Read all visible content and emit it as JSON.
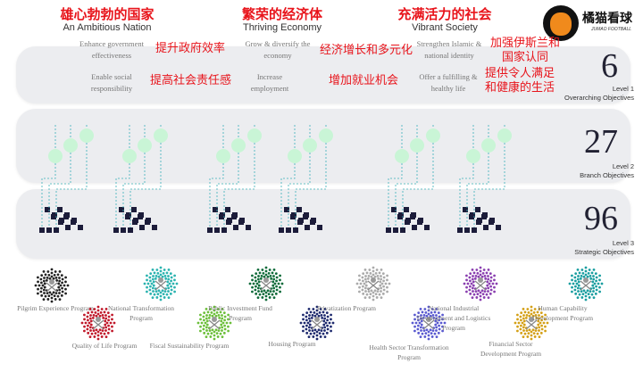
{
  "pillars": [
    {
      "cn": "雄心勃勃的国家",
      "en": "An Ambitious Nation"
    },
    {
      "cn": "繁荣的经济体",
      "en": "Thriving Economy"
    },
    {
      "cn": "充满活力的社会",
      "en": "Vibrant Society"
    }
  ],
  "logo": {
    "name": "橘猫看球",
    "sub": "JUMAO FOOTBALL"
  },
  "objectives": [
    {
      "en": "Enhance government effectiveness",
      "cn": "提升政府效率"
    },
    {
      "en": "Enable social responsibility",
      "cn": "提高社会责任感"
    },
    {
      "en": "Grow & diversify the economy",
      "cn": "经济增长和多元化"
    },
    {
      "en": "Increase employment",
      "cn": "增加就业机会"
    },
    {
      "en": "Strengthen Islamic & national identity",
      "cn": "加强伊斯兰和国家认同"
    },
    {
      "en": "Offer a fulfilling & healthy life",
      "cn": "提供令人满足和健康的生活"
    }
  ],
  "levels": [
    {
      "count": "6",
      "level": "Level 1",
      "name": "Overarching Objectives"
    },
    {
      "count": "27",
      "level": "Level 2",
      "name": "Branch Objectives"
    },
    {
      "count": "96",
      "level": "Level 3",
      "name": "Strategic Objectives"
    }
  ],
  "programs": [
    {
      "name": "Pilgrim Experience Program",
      "color": "#222222"
    },
    {
      "name": "Quality of Life Program",
      "color": "#c0182a"
    },
    {
      "name": "National Transformation Program",
      "color": "#2bb3b0"
    },
    {
      "name": "Fiscal Sustainability Program",
      "color": "#6cbf3a"
    },
    {
      "name": "Public Investment Fund Program",
      "color": "#0f6b3a"
    },
    {
      "name": "Housing Program",
      "color": "#1e2a6e"
    },
    {
      "name": "Privatization Program",
      "color": "#aaaaaa"
    },
    {
      "name": "Health Sector Transformation Program",
      "color": "#5a5ad0"
    },
    {
      "name": "National Industrial Development and Logistics Program",
      "color": "#8a3fb0"
    },
    {
      "name": "Financial Sector Development Program",
      "color": "#d4a017"
    },
    {
      "name": "Human Capability Development Program",
      "color": "#1a9ea0"
    }
  ],
  "colors": {
    "accent": "#e8141b",
    "node": "#c9f5d6",
    "square": "#1c1c3a",
    "line": "#3ab0b8"
  }
}
